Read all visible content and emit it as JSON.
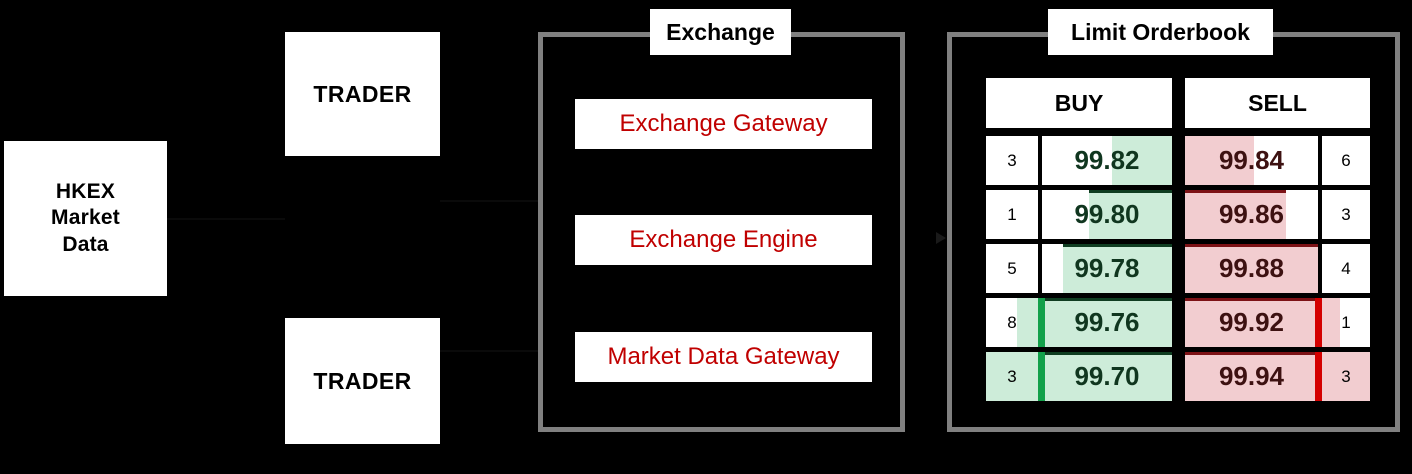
{
  "diagram": {
    "background_color": "#000000",
    "panel_border_color": "#808080",
    "accent_red": "#C00000",
    "buy_fill_color": "#cdecd9",
    "sell_fill_color": "#f2cdd0",
    "buy_marker_color": "#12a04a",
    "sell_marker_color": "#d40000"
  },
  "nodes": {
    "hkex": "HKEX\nMarket\nData",
    "hkex_lines": [
      "HKEX",
      "Market",
      "Data"
    ],
    "trader_1": "TRADER",
    "trader_2": "TRADER"
  },
  "exchange": {
    "title": "Exchange",
    "components": [
      {
        "label": "Exchange Gateway"
      },
      {
        "label": "Exchange Engine"
      },
      {
        "label": "Market Data Gateway"
      }
    ]
  },
  "orderbook": {
    "title": "Limit Orderbook",
    "columns": {
      "buy": "BUY",
      "sell": "SELL"
    },
    "rows": [
      {
        "buy_qty": "3",
        "buy_price": "99.82",
        "sell_price": "99.84",
        "sell_qty": "6",
        "buy_price_fill_pct": 46,
        "buy_qty_fill_pct": 0,
        "sell_price_fill_pct": 52,
        "sell_qty_fill_pct": 0,
        "buy_marker": false,
        "sell_marker": false
      },
      {
        "buy_qty": "1",
        "buy_price": "99.80",
        "sell_price": "99.86",
        "sell_qty": "3",
        "buy_price_fill_pct": 64,
        "buy_qty_fill_pct": 0,
        "sell_price_fill_pct": 76,
        "sell_qty_fill_pct": 0,
        "buy_marker": false,
        "sell_marker": false
      },
      {
        "buy_qty": "5",
        "buy_price": "99.78",
        "sell_price": "99.88",
        "sell_qty": "4",
        "buy_price_fill_pct": 84,
        "buy_qty_fill_pct": 0,
        "sell_price_fill_pct": 100,
        "sell_qty_fill_pct": 0,
        "buy_marker": false,
        "sell_marker": false
      },
      {
        "buy_qty": "8",
        "buy_price": "99.76",
        "sell_price": "99.92",
        "sell_qty": "1",
        "buy_price_fill_pct": 100,
        "buy_qty_fill_pct": 40,
        "sell_price_fill_pct": 100,
        "sell_qty_fill_pct": 38,
        "buy_marker": true,
        "sell_marker": true
      },
      {
        "buy_qty": "3",
        "buy_price": "99.70",
        "sell_price": "99.94",
        "sell_qty": "3",
        "buy_price_fill_pct": 100,
        "buy_qty_fill_pct": 100,
        "sell_price_fill_pct": 100,
        "sell_qty_fill_pct": 100,
        "buy_marker": true,
        "sell_marker": true
      }
    ]
  }
}
